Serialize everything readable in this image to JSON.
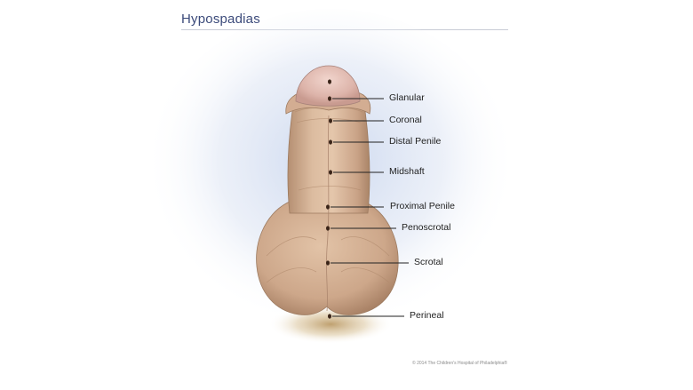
{
  "title": "Hypospadias",
  "labels": {
    "glanular": "Glanular",
    "coronal": "Coronal",
    "distal_penile": "Distal Penile",
    "midshaft": "Midshaft",
    "proximal_penile": "Proximal Penile",
    "penoscrotal": "Penoscrotal",
    "scrotal": "Scrotal",
    "perineal": "Perineal"
  },
  "copyright": "© 2014 The Children's Hospital of Philadelphia®",
  "colors": {
    "title": "#3b4a7a",
    "skin": "#d9b79b",
    "glans": "#e3bfb6",
    "halo": "#c9d6ee",
    "leader": "#222222"
  }
}
